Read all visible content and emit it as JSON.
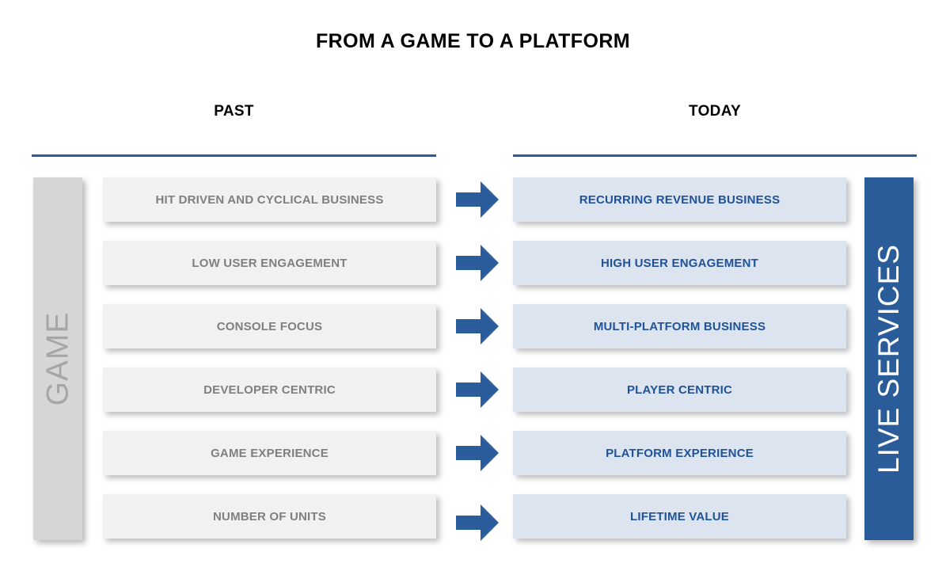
{
  "title": "FROM A GAME TO A PLATFORM",
  "colors": {
    "accent_blue": "#2a5c9a",
    "arrow_blue": "#2b5c9b",
    "right_pill_bg": "#dce4ef",
    "right_pill_text": "#1f5298",
    "left_pill_bg": "#f1f1f1",
    "left_pill_text": "#7f7f7f",
    "game_bar_bg": "#d6d6d6",
    "game_bar_text": "#a6a6a6"
  },
  "columns": {
    "past": {
      "header": "PAST"
    },
    "today": {
      "header": "TODAY"
    }
  },
  "side_bars": {
    "left": {
      "label": "GAME"
    },
    "right": {
      "label": "LIVE SERVICES"
    }
  },
  "arrow": {
    "icon": "right-arrow-icon"
  },
  "rows": [
    {
      "past": "HIT DRIVEN AND CYCLICAL BUSINESS",
      "today": "RECURRING REVENUE BUSINESS"
    },
    {
      "past": "LOW USER ENGAGEMENT",
      "today": "HIGH USER ENGAGEMENT"
    },
    {
      "past": "CONSOLE FOCUS",
      "today": "MULTI-PLATFORM BUSINESS"
    },
    {
      "past": "DEVELOPER CENTRIC",
      "today": "PLAYER CENTRIC"
    },
    {
      "past": "GAME EXPERIENCE",
      "today": "PLATFORM EXPERIENCE"
    },
    {
      "past": "NUMBER OF UNITS",
      "today": "LIFETIME VALUE"
    }
  ]
}
